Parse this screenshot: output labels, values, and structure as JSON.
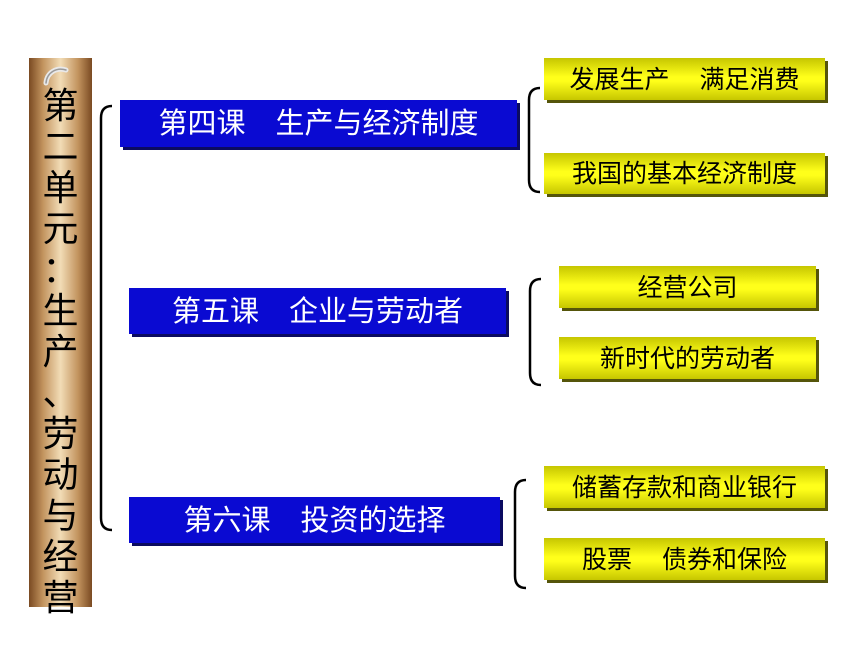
{
  "unit": {
    "title_chars": [
      "第",
      "二",
      "单",
      "元",
      "：",
      "生",
      "产",
      "、",
      "劳",
      "动",
      "与",
      "经",
      "营"
    ]
  },
  "lessons": [
    {
      "number": "第四课",
      "name": "生产与经济制度",
      "topics": [
        {
          "part1": "发展生产",
          "part2": "满足消费"
        },
        {
          "part1": "我国的基本经济制度",
          "part2": ""
        }
      ]
    },
    {
      "number": "第五课",
      "name": "企业与劳动者",
      "topics": [
        {
          "part1": "经营公司",
          "part2": ""
        },
        {
          "part1": "新时代的劳动者",
          "part2": ""
        }
      ]
    },
    {
      "number": "第六课",
      "name": "投资的选择",
      "topics": [
        {
          "part1": "储蓄存款和商业银行",
          "part2": ""
        },
        {
          "part1": "股票",
          "part2": "债券和保险"
        }
      ]
    }
  ],
  "colors": {
    "lesson_bg": "#0a0ad2",
    "topic_bg": "#ffff1a",
    "unit_bar": "#c2935e"
  }
}
